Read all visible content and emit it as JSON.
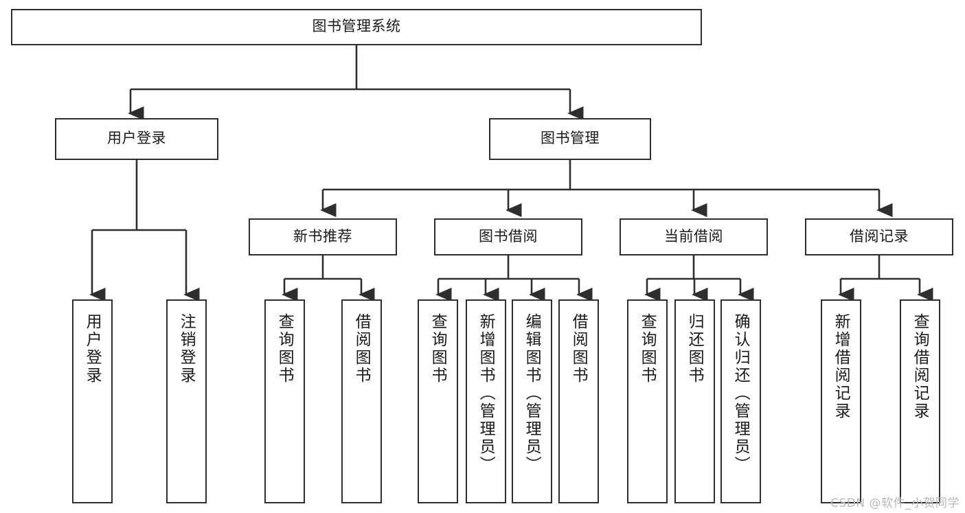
{
  "diagram": {
    "type": "tree",
    "title": "图书管理系统",
    "stroke_color": "#2e2e2e",
    "background_color": "#ffffff",
    "text_color": "#1a1a1a",
    "levels": [
      {
        "level": 1,
        "nodes": [
          {
            "id": "root",
            "label": "图书管理系统",
            "orientation": "horizontal"
          }
        ]
      },
      {
        "level": 2,
        "nodes": [
          {
            "id": "login",
            "label": "用户登录",
            "orientation": "horizontal",
            "parent": "root"
          },
          {
            "id": "bookmgmt",
            "label": "图书管理",
            "orientation": "horizontal",
            "parent": "root"
          }
        ]
      },
      {
        "level": 3,
        "nodes": [
          {
            "id": "newbook",
            "label": "新书推荐",
            "orientation": "horizontal",
            "parent": "bookmgmt"
          },
          {
            "id": "borrow",
            "label": "图书借阅",
            "orientation": "horizontal",
            "parent": "bookmgmt"
          },
          {
            "id": "current",
            "label": "当前借阅",
            "orientation": "horizontal",
            "parent": "bookmgmt"
          },
          {
            "id": "records",
            "label": "借阅记录",
            "orientation": "horizontal",
            "parent": "bookmgmt"
          }
        ]
      },
      {
        "level": 4,
        "nodes": [
          {
            "id": "leaf1",
            "label": "用户登录",
            "orientation": "vertical",
            "parent": "login"
          },
          {
            "id": "leaf2",
            "label": "注销登录",
            "orientation": "vertical",
            "parent": "login"
          },
          {
            "id": "leaf3",
            "label": "查询图书",
            "orientation": "vertical",
            "parent": "newbook"
          },
          {
            "id": "leaf4",
            "label": "借阅图书",
            "orientation": "vertical",
            "parent": "newbook"
          },
          {
            "id": "leaf5",
            "label": "查询图书",
            "orientation": "vertical",
            "parent": "borrow"
          },
          {
            "id": "leaf6",
            "label": "新增图书（管理员）",
            "orientation": "vertical",
            "parent": "borrow"
          },
          {
            "id": "leaf7",
            "label": "编辑图书（管理员）",
            "orientation": "vertical",
            "parent": "borrow"
          },
          {
            "id": "leaf8",
            "label": "借阅图书",
            "orientation": "vertical",
            "parent": "borrow"
          },
          {
            "id": "leaf9",
            "label": "查询图书",
            "orientation": "vertical",
            "parent": "current"
          },
          {
            "id": "leaf10",
            "label": "归还图书",
            "orientation": "vertical",
            "parent": "current"
          },
          {
            "id": "leaf11",
            "label": "确认归还（管理员）",
            "orientation": "vertical",
            "parent": "current"
          },
          {
            "id": "leaf12",
            "label": "新增借阅记录",
            "orientation": "vertical",
            "parent": "records"
          },
          {
            "id": "leaf13",
            "label": "查询借阅记录",
            "orientation": "vertical",
            "parent": "records"
          }
        ]
      }
    ]
  },
  "watermark": {
    "text": "CSDN @软件_小贺同学"
  }
}
